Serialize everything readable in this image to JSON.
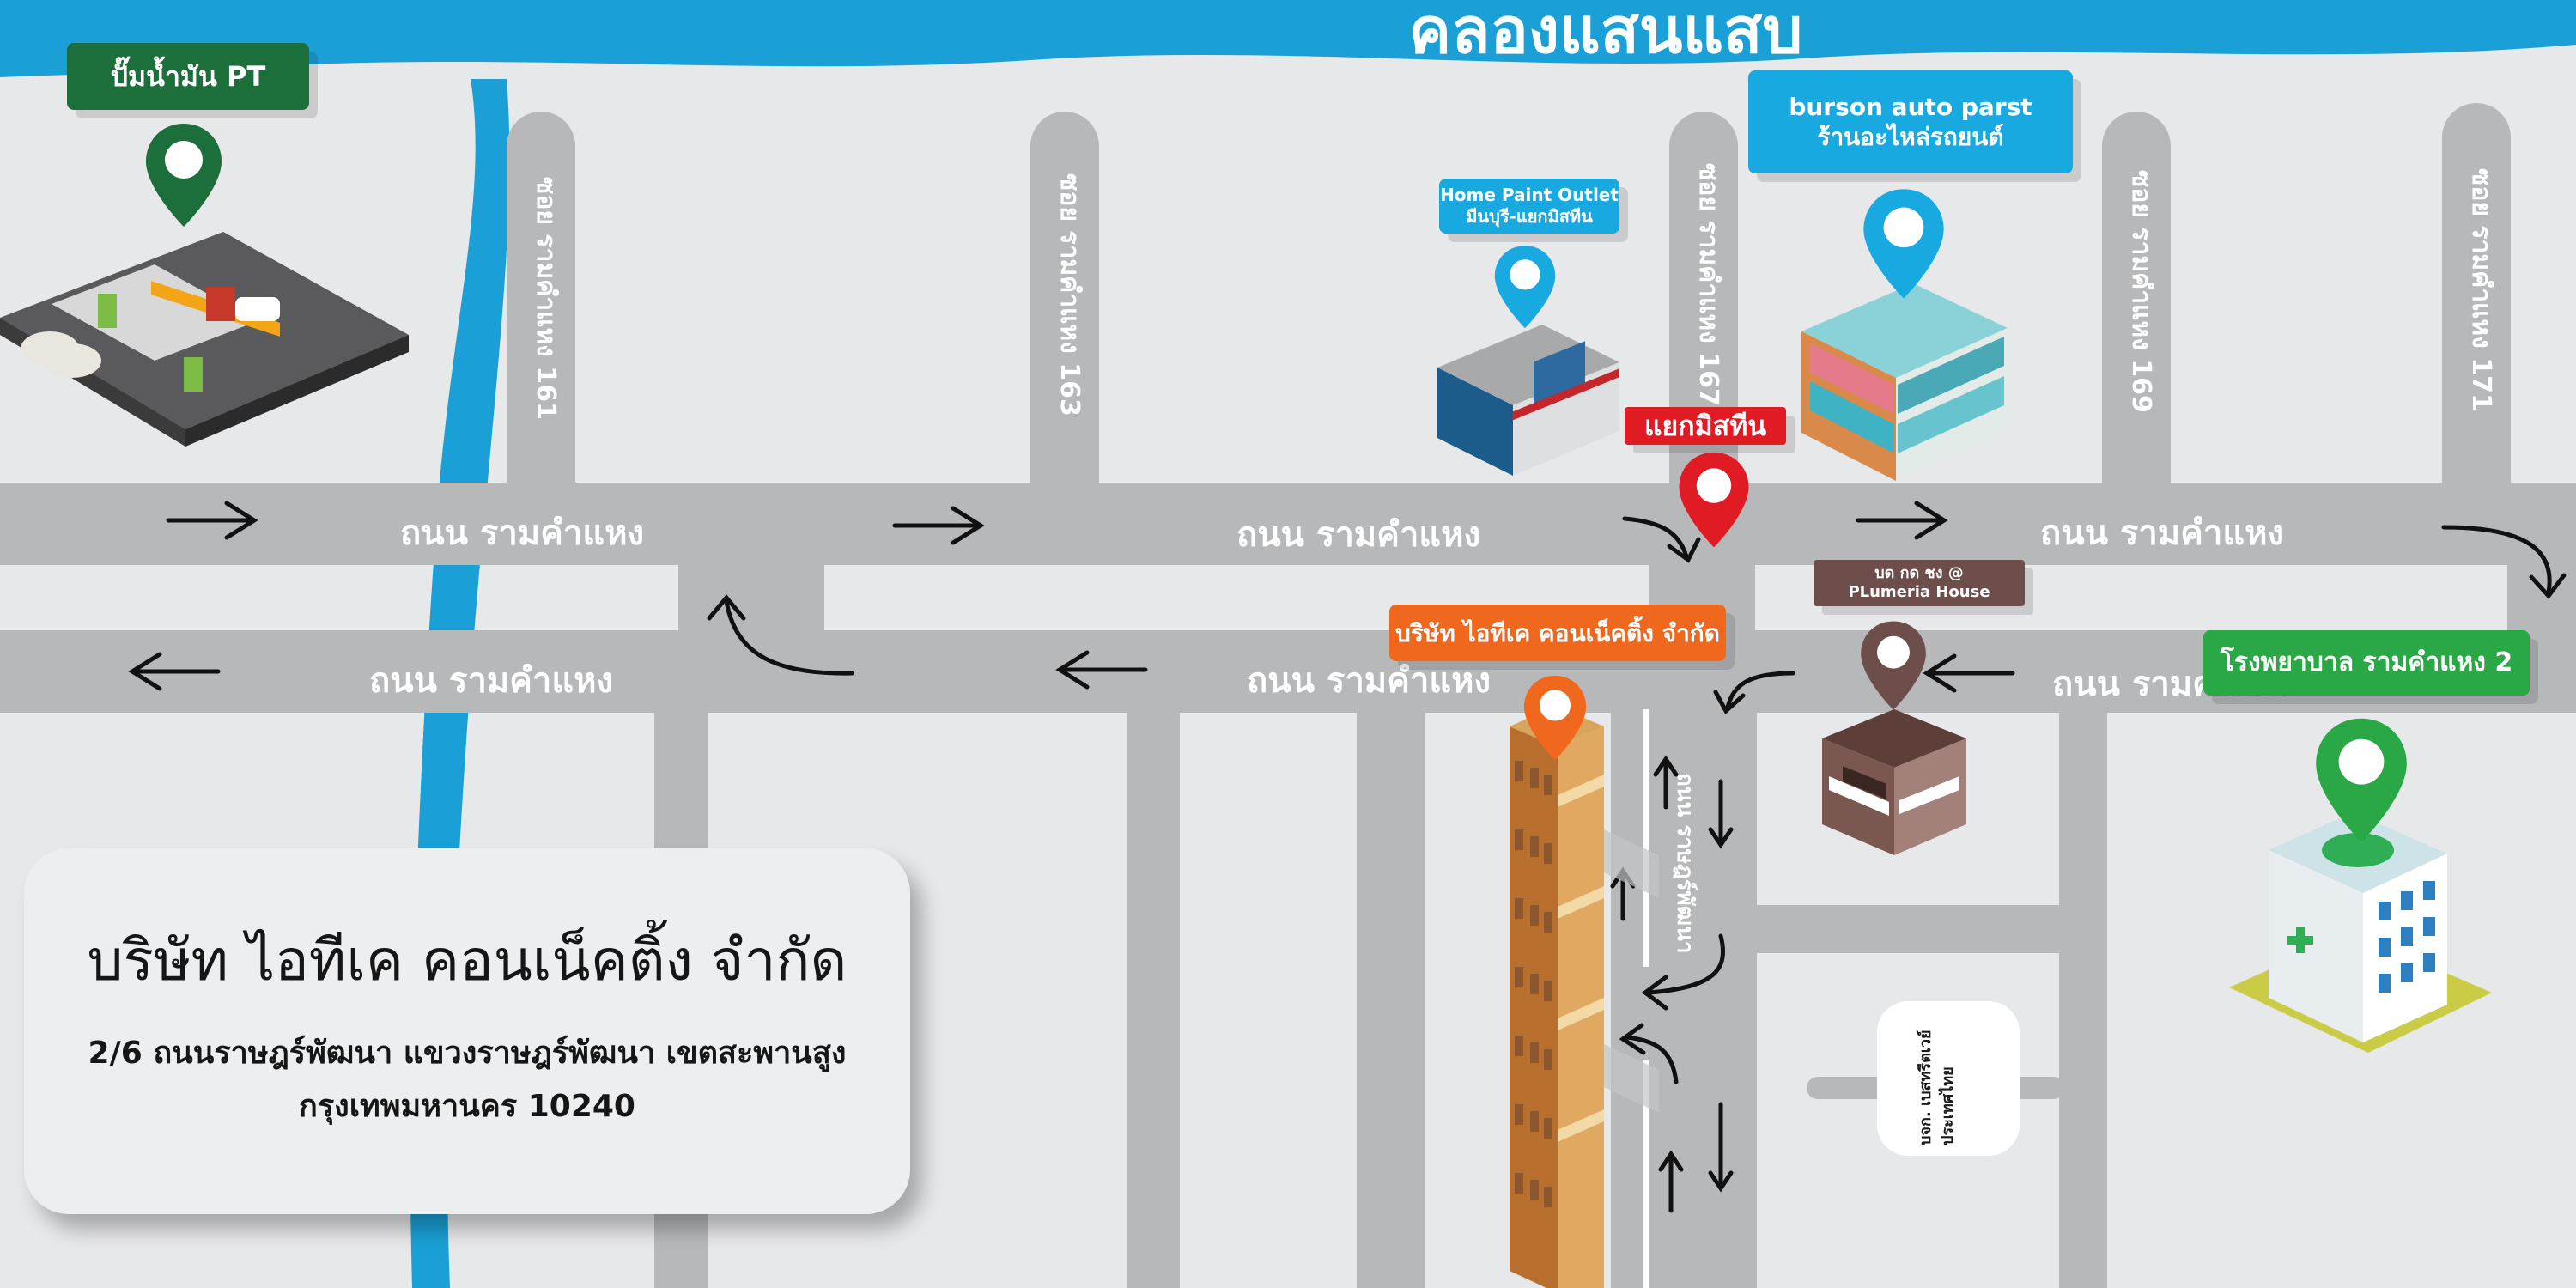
{
  "canal": {
    "label": "คลองแสนแสบ",
    "color": "#1aa0d6"
  },
  "roads": {
    "main_road_label": "ถนน รามคำแหง",
    "side_road_label": "ถนน ราษฎร์พัฒนา",
    "sois": [
      "ซอย รามคำแหง 161",
      "ซอย รามคำแหง 163",
      "ซอย รามคำแหง 167",
      "ซอย รามคำแหง 169",
      "ซอย รามคำแหง 171"
    ]
  },
  "landmarks": {
    "gas_station": {
      "label": "ปั๊มน้ำมัน PT",
      "color": "#1c6e3a"
    },
    "home_paint": {
      "line1": "Home Paint Outlet",
      "line2": "มีนบุรี-แยกมิสทีน",
      "color": "#19a9e1"
    },
    "auto_parts": {
      "line1": "burson auto parst",
      "line2": "ร้านอะไหล่รถยนต์",
      "color": "#19a9e1"
    },
    "intersection": {
      "label": "แยกมิสทีน",
      "color": "#e01b24"
    },
    "cafe": {
      "line1": "บด กด ชง @",
      "line2": "PLumeria House",
      "color": "#6e4e4a"
    },
    "company": {
      "label": "บริษัท ไอทีเค คอนเน็คติ้ง จำกัด",
      "color": "#f0681e"
    },
    "hospital": {
      "label": "โรงพยาบาล รามคำแหง 2",
      "color": "#29a845"
    },
    "school": {
      "line1": "บจก. เบสทรีตเวย์",
      "line2": "ประเทศไทย"
    }
  },
  "info": {
    "title": "บริษัท ไอทีเค คอนเน็คติ้ง จำกัด",
    "address_line1": "2/6 ถนนราษฎร์พัฒนา แขวงราษฎร์พัฒนา เขตสะพานสูง",
    "address_line2": "กรุงเทพมหานคร 10240"
  },
  "icons": [
    "location-pin-icon",
    "arrow-right-icon",
    "arrow-left-icon",
    "curved-arrow-icon",
    "arrow-up-icon",
    "arrow-down-icon",
    "gas-station-icon",
    "shop-building-icon",
    "cafe-icon",
    "office-tower-icon",
    "hospital-icon"
  ]
}
